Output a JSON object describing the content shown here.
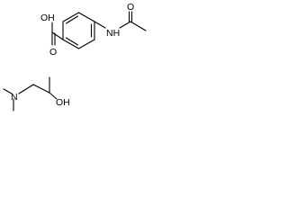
{
  "molecules": [
    {
      "labels": {
        "hydroxyl": "OH",
        "carbonyl_acid": "O",
        "amide_n": "NH",
        "carbonyl_amide": "O"
      }
    },
    {
      "labels": {
        "amine": "N",
        "hydroxyl": "OH"
      }
    }
  ],
  "colors": {
    "ink": "#000000",
    "background": "#ffffff"
  }
}
